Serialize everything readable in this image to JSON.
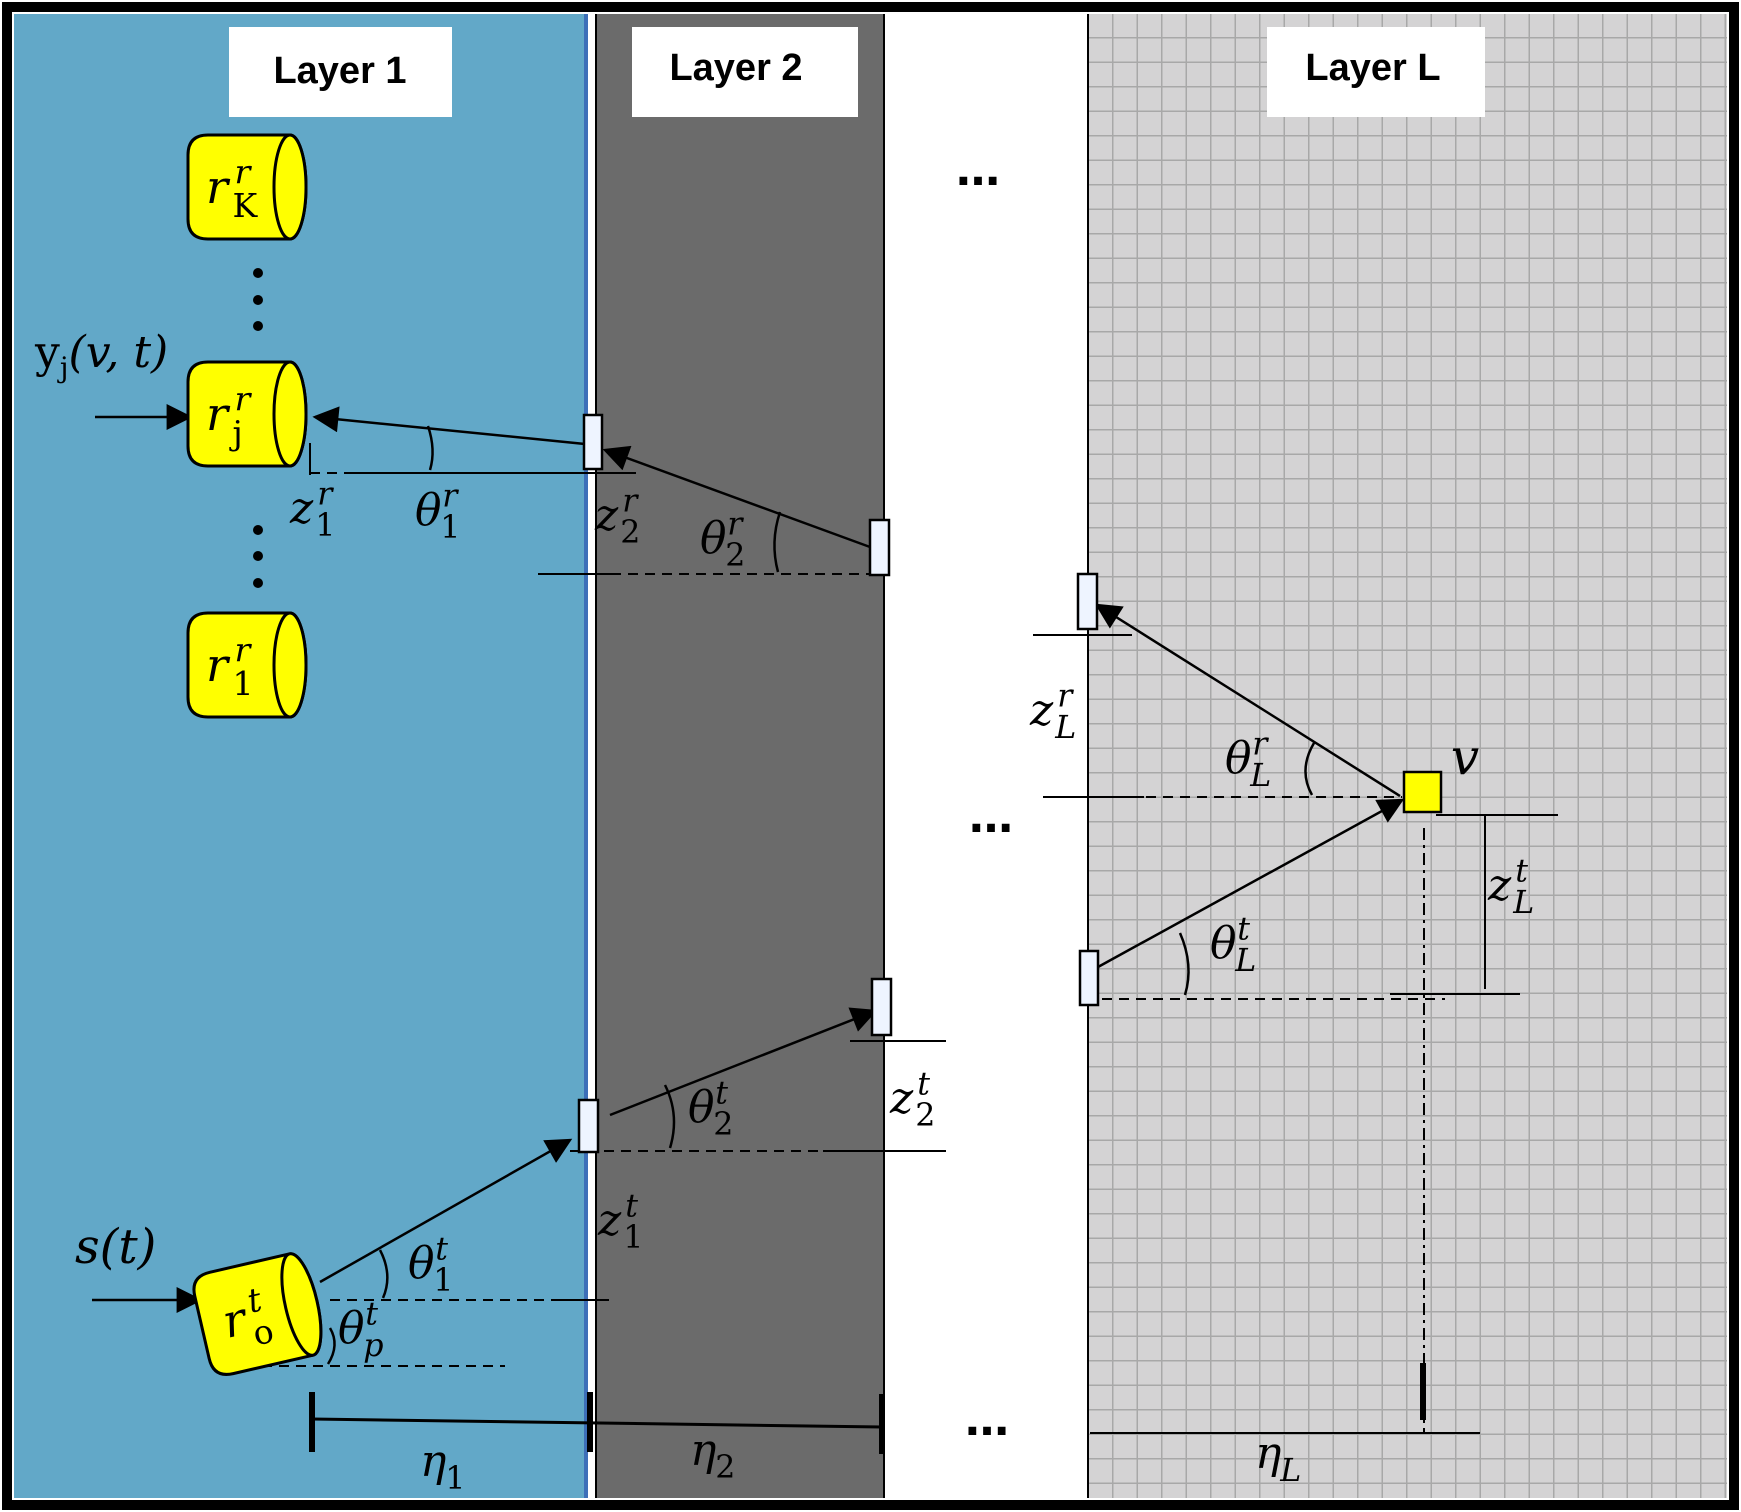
{
  "layers": [
    {
      "title": "Layer 1",
      "color": "#62a8c8"
    },
    {
      "title": "Layer 2",
      "color": "#6b6b6b"
    },
    {
      "title": "Layer L",
      "color": "#d4d3d4"
    }
  ],
  "gap_color": "#ffffff",
  "grid_line_color": "#a8a8a8",
  "receiver_fill": "#ffff00",
  "target_fill": "#ffff00",
  "ellipsis": "…",
  "vertical_dots": "⋮",
  "output_label": {
    "base": "y",
    "sub": "j",
    "args": "(v, t)"
  },
  "input_label": "s(t)",
  "receivers": [
    {
      "base": "r",
      "sub": "K",
      "sup": "r"
    },
    {
      "base": "r",
      "sub": "j",
      "sup": "r"
    },
    {
      "base": "r",
      "sub": "1",
      "sup": "r"
    }
  ],
  "transmitter": {
    "base": "r",
    "sub": "o",
    "sup": "t"
  },
  "target_label": "v",
  "angles": [
    {
      "base": "θ",
      "sub": "1",
      "sup": "r"
    },
    {
      "base": "θ",
      "sub": "2",
      "sup": "r"
    },
    {
      "base": "θ",
      "sub": "L",
      "sup": "r"
    },
    {
      "base": "θ",
      "sub": "L",
      "sup": "t"
    },
    {
      "base": "θ",
      "sub": "2",
      "sup": "t"
    },
    {
      "base": "θ",
      "sub": "1",
      "sup": "t"
    },
    {
      "base": "θ",
      "sub": "p",
      "sup": "t"
    }
  ],
  "offsets": [
    {
      "base": "z",
      "sub": "1",
      "sup": "r"
    },
    {
      "base": "z",
      "sub": "2",
      "sup": "r"
    },
    {
      "base": "z",
      "sub": "L",
      "sup": "r"
    },
    {
      "base": "z",
      "sub": "L",
      "sup": "t"
    },
    {
      "base": "z",
      "sub": "2",
      "sup": "t"
    },
    {
      "base": "z",
      "sub": "1",
      "sup": "t"
    }
  ],
  "thicknesses": [
    {
      "base": "η",
      "sub": "1"
    },
    {
      "base": "η",
      "sub": "2"
    },
    {
      "base": "η",
      "sub": "L"
    }
  ]
}
